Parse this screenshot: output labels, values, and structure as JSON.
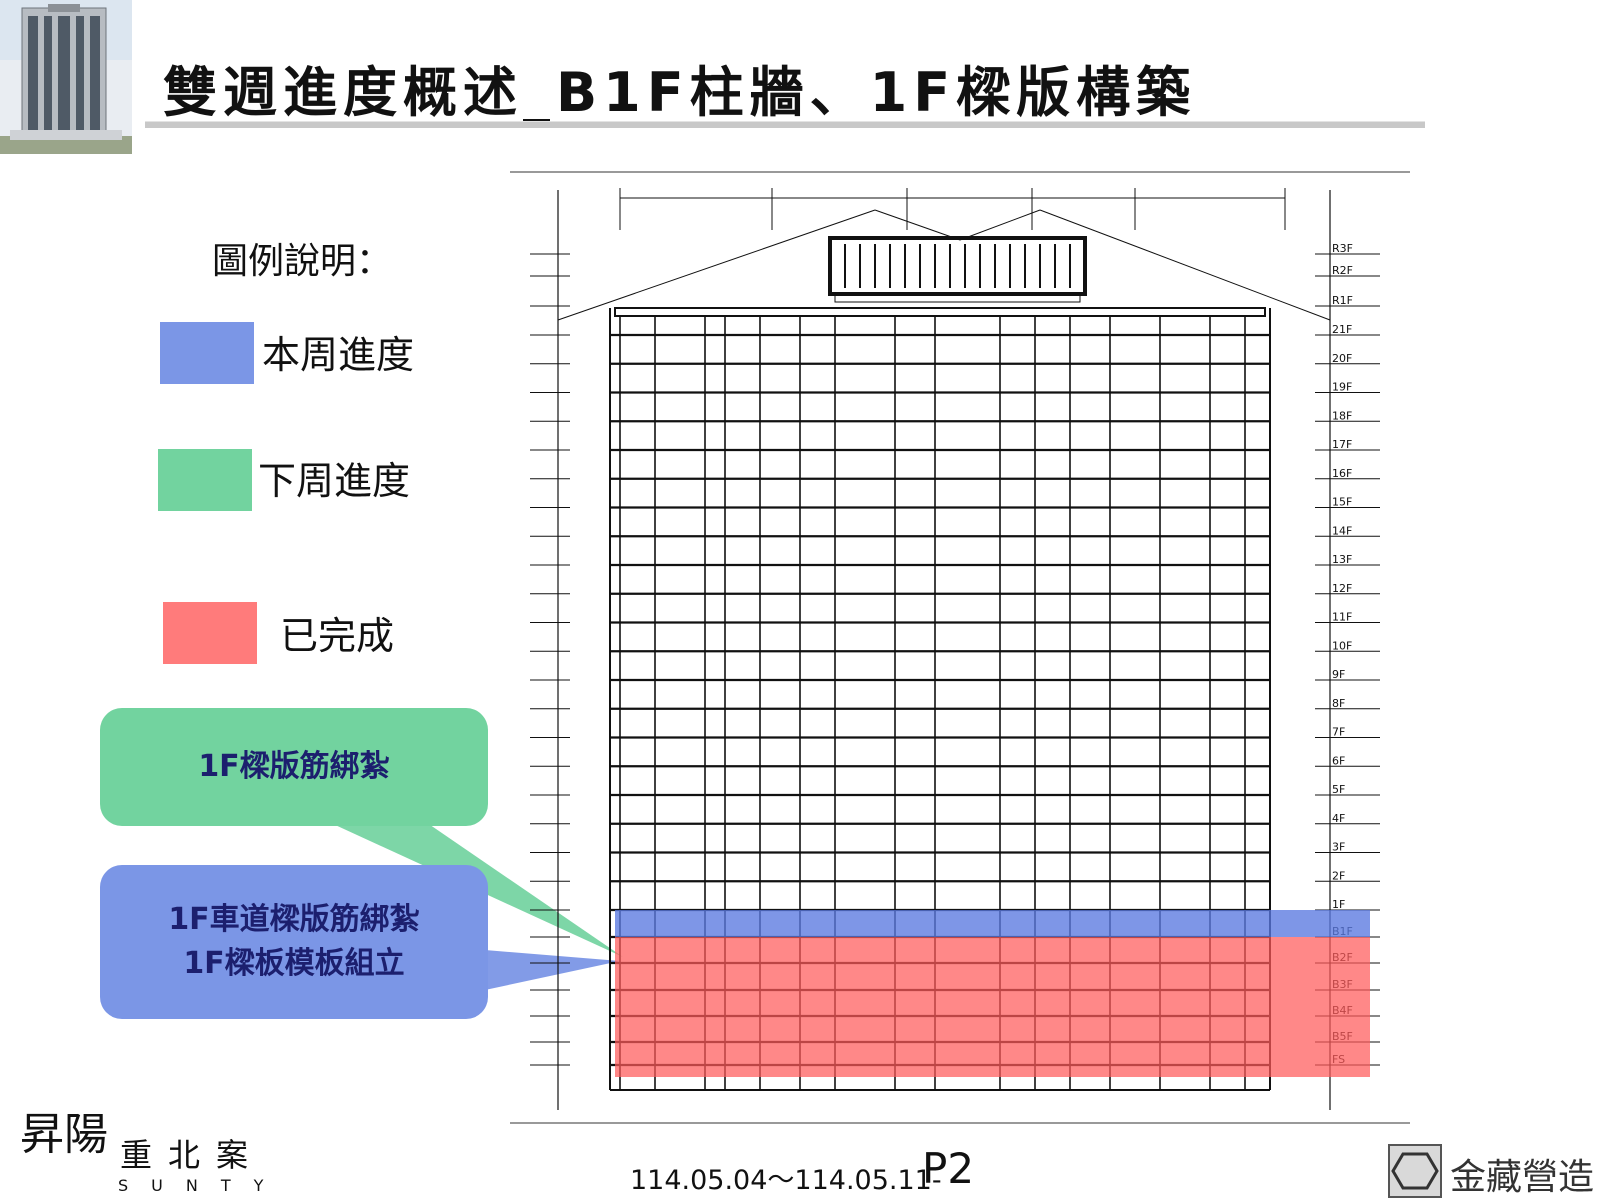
{
  "header": {
    "title": "雙週進度概述_B1F柱牆、1F樑版構築"
  },
  "legend": {
    "title": "圖例說明：",
    "items": [
      {
        "label": "本周進度",
        "color": "#7b96e6"
      },
      {
        "label": "下周進度",
        "color": "#72d39f"
      },
      {
        "label": "已完成",
        "color": "#ff7b7b"
      }
    ]
  },
  "callouts": {
    "next_week": "1F樑版筋綁紮",
    "this_week_line1": "1F車道樑版筋綁紮",
    "this_week_line2": "1F樑板模板組立"
  },
  "elevation": {
    "floor_labels": [
      "R3F",
      "R2F",
      "R1F",
      "21F",
      "20F",
      "19F",
      "18F",
      "17F",
      "16F",
      "15F",
      "14F",
      "13F",
      "12F",
      "11F",
      "10F",
      "9F",
      "8F",
      "7F",
      "6F",
      "5F",
      "4F",
      "3F",
      "2F",
      "1F",
      "B1F",
      "B2F",
      "B3F",
      "B4F",
      "B5F",
      "FS"
    ],
    "current_floor": "B1F",
    "completed_floors": [
      "B2F",
      "B3F",
      "B4F",
      "B5F",
      "FS"
    ]
  },
  "footer": {
    "date_range": "114.05.04～114.05.11-",
    "page": "P2",
    "company": "金藏營造",
    "project_main": "昇陽",
    "project_sub": "重北案",
    "project_latin": "SUNTY"
  }
}
